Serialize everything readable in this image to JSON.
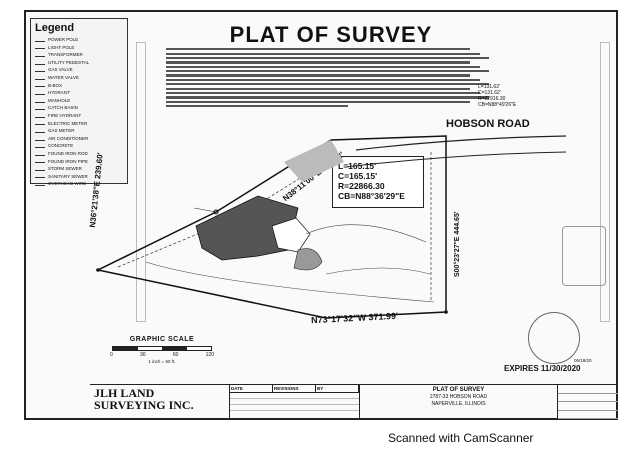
{
  "document": {
    "title": "PLAT OF SURVEY",
    "legend": {
      "title": "Legend",
      "items": [
        "POWER POLE",
        "LIGHT POLE",
        "TRANSFORMER",
        "UTILITY PEDESTAL",
        "GAS VALVE",
        "WATER VALVE",
        "B-BOX",
        "HYDRANT",
        "MANHOLE",
        "CATCH BASIN",
        "FIRE HYDRANT",
        "ELECTRIC METER",
        "GAS METER",
        "AIR CONDITIONER",
        "CONCRETE",
        "FOUND IRON ROD",
        "FOUND IRON PIPE",
        "STORM SEWER",
        "SANITARY SEWER",
        "OVERHEAD WIRE"
      ]
    },
    "road": {
      "label": "HOBSON ROAD"
    },
    "curve": {
      "l": "L=165.15'",
      "c": "C=165.15'",
      "r": "R=22866.30",
      "cb": "CB=N88°36'29\"E"
    },
    "curve_small": [
      "L=131.62'",
      "C=131.62'",
      "R=22916.30",
      "CB=N88°49'26\"E"
    ],
    "bearings": {
      "bottom": "N73°17'32\"W 371.99'",
      "left": "N36°21'38\"E 239.60'",
      "top": "N38°11'00\"E 106.22'",
      "right": "S00°23'27\"E 444.65'"
    },
    "scale": {
      "title": "GRAPHIC SCALE",
      "ticks": [
        "0",
        "30",
        "60",
        "120"
      ],
      "note": "1 inch = 60 ft."
    },
    "stamp": {
      "expires": "EXPIRES 11/30/2020",
      "date": "06/18/20"
    },
    "company": {
      "name": "JLH LAND SURVEYING INC."
    },
    "title_block": {
      "title": "PLAT OF SURVEY",
      "address": "2787-33 HOBSON ROAD",
      "city": "NAPERVILLE, ILLINOIS",
      "rev_headers": [
        "DATE",
        "REVISIONS",
        "BY"
      ]
    },
    "scanner_mark": "Scanned with CamScanner"
  }
}
